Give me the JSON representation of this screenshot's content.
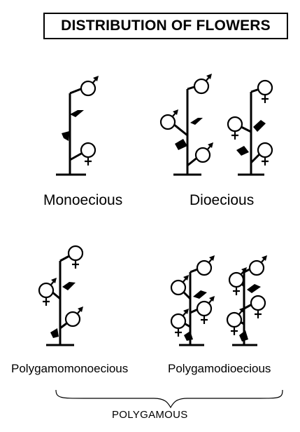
{
  "title": "DISTRIBUTION OF FLOWERS",
  "plants": [
    {
      "name": "Monoecious"
    },
    {
      "name": "Dioecious"
    },
    {
      "name": "Polygamomonoecious"
    },
    {
      "name": "Polygamodioecious"
    }
  ],
  "group_label": "POLYGAMOUS"
}
